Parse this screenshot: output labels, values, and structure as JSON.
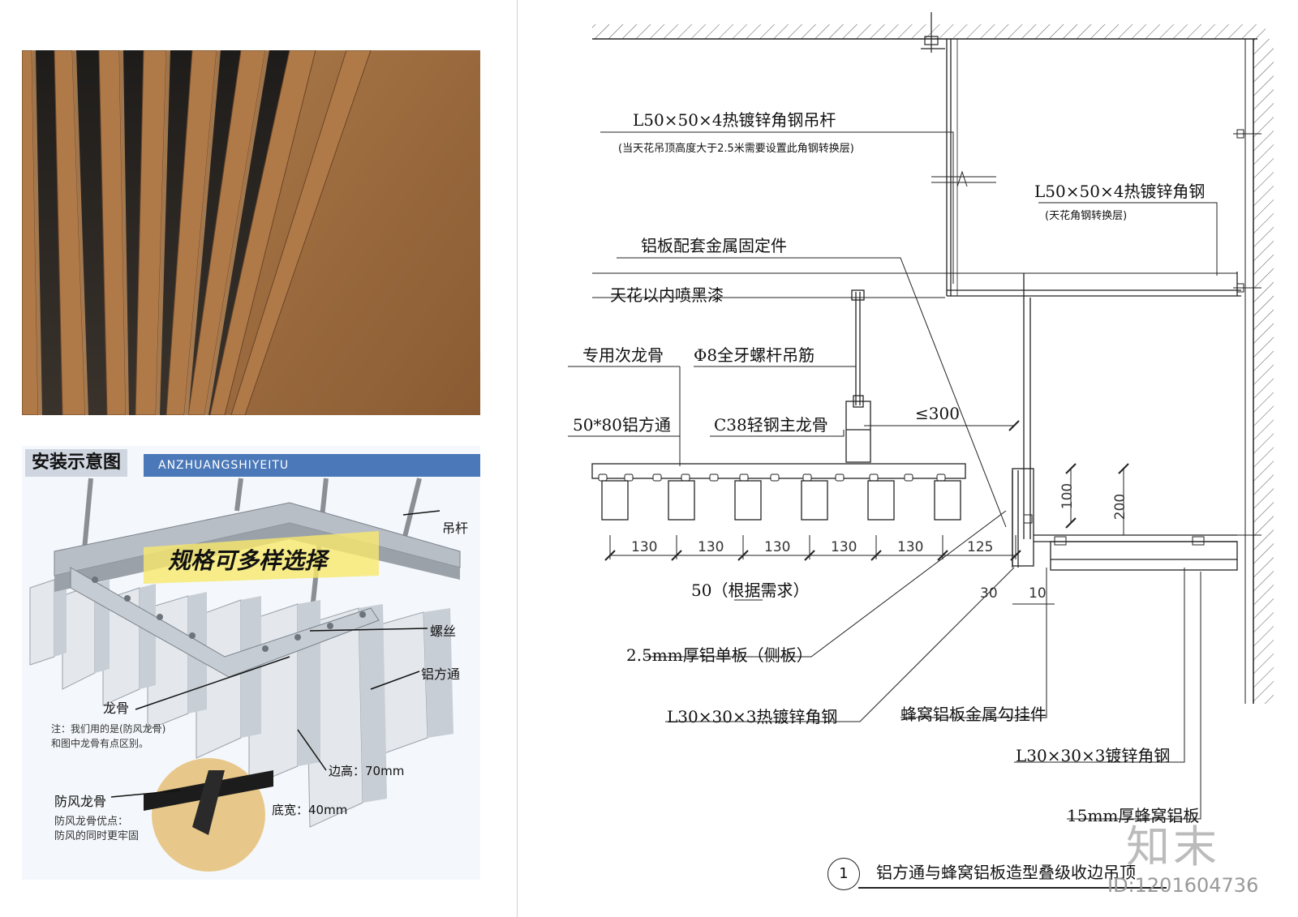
{
  "photo": {
    "dark_color": "#2a2622",
    "wood_color": "#9a6a40"
  },
  "install_diagram": {
    "header_cn": "安装示意图",
    "header_en": "ANZHUANGSHIYEITU",
    "banner": "规格可多样选择",
    "labels": {
      "rod": "吊杆",
      "screw": "螺丝",
      "tube": "铝方通",
      "keel": "龙骨",
      "note_line1": "注：我们用的是(防风龙骨)",
      "note_line2": "和图中龙骨有点区别。",
      "wind_keel": "防风龙骨",
      "wind_adv_title": "防风龙骨优点：",
      "wind_adv_text": "防风的同时更牢固",
      "side_height": "边高：70mm",
      "bottom_width": "底宽：40mm"
    }
  },
  "section_drawing": {
    "labels": {
      "hanger_angle": "L50×50×4热镀锌角钢吊杆",
      "hanger_note": "(当天花吊顶高度大于2.5米需要设置此角钢转换层)",
      "transfer_angle": "L50×50×4热镀锌角钢",
      "transfer_note": "(天花角钢转换层)",
      "metal_fixing": "铝板配套金属固定件",
      "black_paint": "天花以内喷黑漆",
      "sub_keel": "专用次龙骨",
      "threaded_rod": "Φ8全牙螺杆吊筋",
      "al_tube": "50*80铝方通",
      "main_keel": "C38轻钢主龙骨",
      "max_spacing": "≤300",
      "fifty_note": "50（根据需求）",
      "side_panel": "2.5mm厚铝单板（侧板）",
      "hot_angle_30": "L30×30×3热镀锌角钢",
      "honeycomb_hook": "蜂窝铝板金属勾挂件",
      "angle_30": "L30×30×3镀锌角钢",
      "honeycomb_panel": "15mm厚蜂窝铝板"
    },
    "dimensions": {
      "d1": "130",
      "d2": "130",
      "d3": "130",
      "d4": "130",
      "d5": "130",
      "d6": "125",
      "d7": "100",
      "d8": "200",
      "d9": "30",
      "d10": "10"
    },
    "title_number": "1",
    "title": "铝方通与蜂窝铝板造型叠级收边吊顶"
  },
  "watermark": {
    "logo": "知末",
    "id": "ID:1201604736"
  }
}
